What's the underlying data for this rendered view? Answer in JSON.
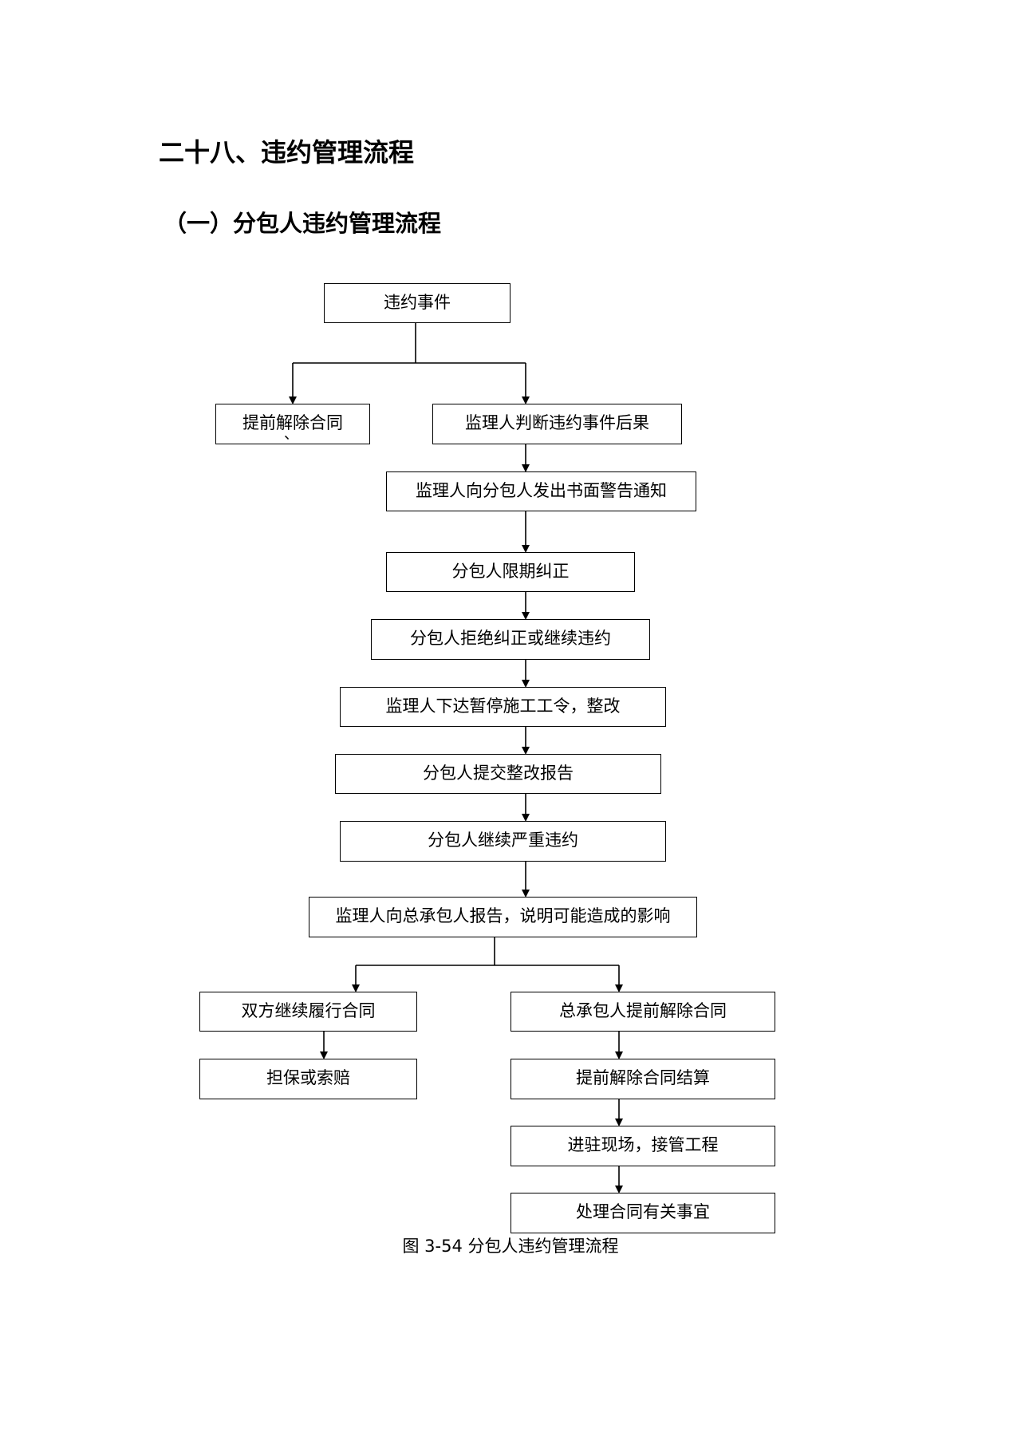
{
  "heading_main": "二十八、违约管理流程",
  "heading_sub": "（一）分包人违约管理流程",
  "nodes": {
    "breach_event": "违约事件",
    "early_termination": "提前解除合同",
    "supervisor_judge": "监理人判断违约事件后果",
    "written_warning": "监理人向分包人发出书面警告通知",
    "correct_in_time": "分包人限期纠正",
    "refuse_or_continue": "分包人拒绝纠正或继续违约",
    "stop_work_order": "监理人下达暂停施工工令，整改",
    "submit_report": "分包人提交整改报告",
    "serious_breach": "分包人继续严重违约",
    "report_to_gc": "监理人向总承包人报告，说明可能造成的影响",
    "continue_contract": "双方继续履行合同",
    "guarantee_claim": "担保或索赔",
    "gc_terminate": "总承包人提前解除合同",
    "termination_settlement": "提前解除合同结算",
    "take_over": "进驻现场，接管工程",
    "handle_matters": "处理合同有关事宜"
  },
  "caption": "图 3-54  分包人违约管理流程"
}
